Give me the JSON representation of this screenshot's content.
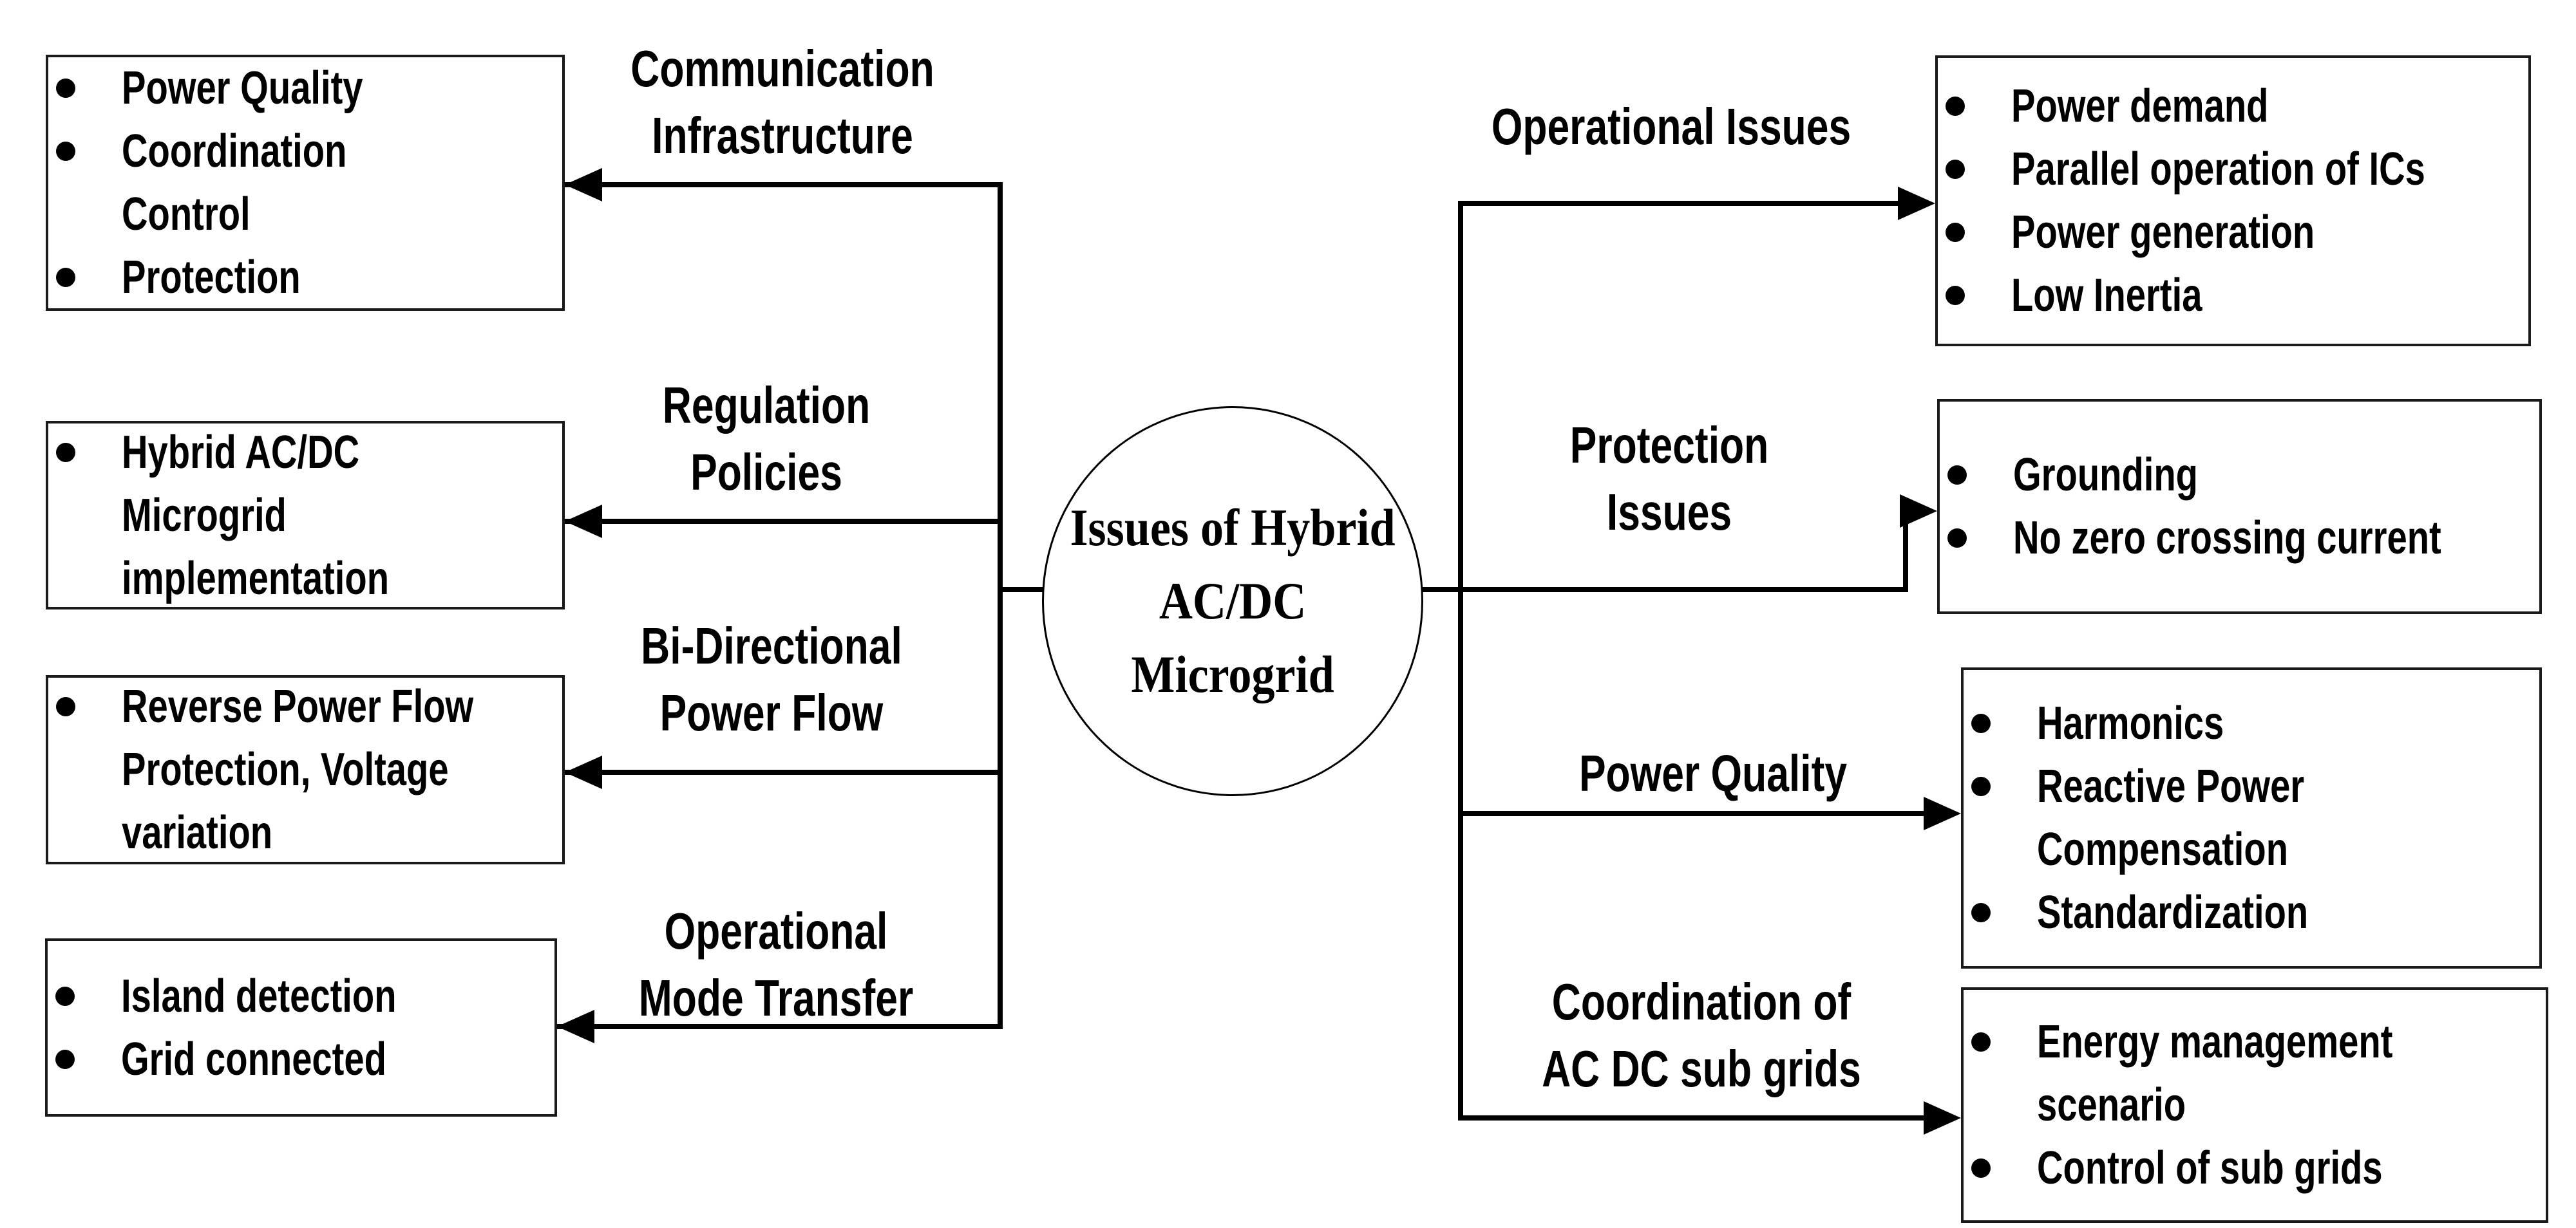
{
  "title": "Issues of Hybrid\nAC/DC\nMicrogrid",
  "left": [
    {
      "label": "Communication\nInfrastructure",
      "items": [
        "Power Quality",
        "Coordination\nControl",
        "Protection"
      ]
    },
    {
      "label": "Regulation\nPolicies",
      "items": [
        "Hybrid AC/DC\nMicrogrid\nimplementation"
      ]
    },
    {
      "label": "Bi-Directional\nPower Flow",
      "items": [
        "Reverse Power Flow\nProtection, Voltage\nvariation"
      ]
    },
    {
      "label": "Operational\nMode Transfer",
      "items": [
        "Island detection",
        "Grid connected"
      ]
    }
  ],
  "right": [
    {
      "label": "Operational Issues",
      "items": [
        "Power demand",
        "Parallel operation of ICs",
        "Power generation",
        "Low Inertia"
      ]
    },
    {
      "label": "Protection\nIssues",
      "items": [
        "Grounding",
        "No zero crossing current"
      ]
    },
    {
      "label": "Power Quality",
      "items": [
        "Harmonics",
        "Reactive Power\nCompensation",
        "Standardization"
      ]
    },
    {
      "label": "Coordination of\nAC DC sub grids",
      "items": [
        "Energy management\nscenario",
        "Control of sub grids"
      ]
    }
  ],
  "colors": {
    "background": "#ffffff",
    "text": "#000000",
    "line": "#000000",
    "box_border": "#1a1a1a"
  }
}
